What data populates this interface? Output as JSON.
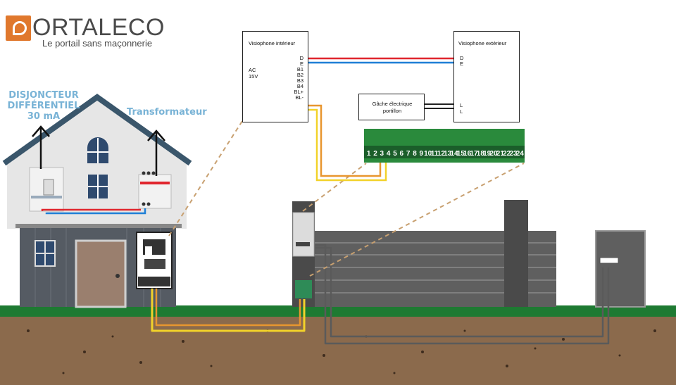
{
  "logo": {
    "name": "ORTALECO",
    "tagline": "Le portail sans maçonnerie",
    "brand_color": "#e0782d"
  },
  "labels": {
    "breaker_line1": "DISJONCTEUR",
    "breaker_line2": "DIFFÉRENTIEL",
    "breaker_line3": "30 mA",
    "transformer": "Transformateur"
  },
  "indoor_unit": {
    "title": "Visiophone intérieur",
    "power_line1": "AC",
    "power_line2": "15V",
    "terminals": [
      "D",
      "E",
      "B1",
      "B2",
      "B3",
      "B4",
      "BL+",
      "BL-"
    ]
  },
  "outdoor_unit": {
    "title": "Visiophone extérieur",
    "terminals_top": [
      "D",
      "E"
    ],
    "terminals_bottom": [
      "L",
      "L"
    ]
  },
  "strike": {
    "line1": "Gâche électrique",
    "line2": "portillon"
  },
  "terminal_block": {
    "numbers": [
      "1",
      "2",
      "3",
      "4",
      "5",
      "6",
      "7",
      "8",
      "9",
      "10",
      "11",
      "12",
      "13",
      "14",
      "15",
      "16",
      "17",
      "18",
      "19",
      "20",
      "21",
      "22",
      "23",
      "24"
    ]
  },
  "colors": {
    "wire_red": "#e0262e",
    "wire_blue": "#1f7fd6",
    "wire_yellow": "#f2d22a",
    "wire_orange": "#e8962f",
    "wire_grey": "#5a5a5a",
    "ground": "#8b6a4c",
    "grass": "#1e7a32",
    "fence": "#5f5f5f"
  }
}
